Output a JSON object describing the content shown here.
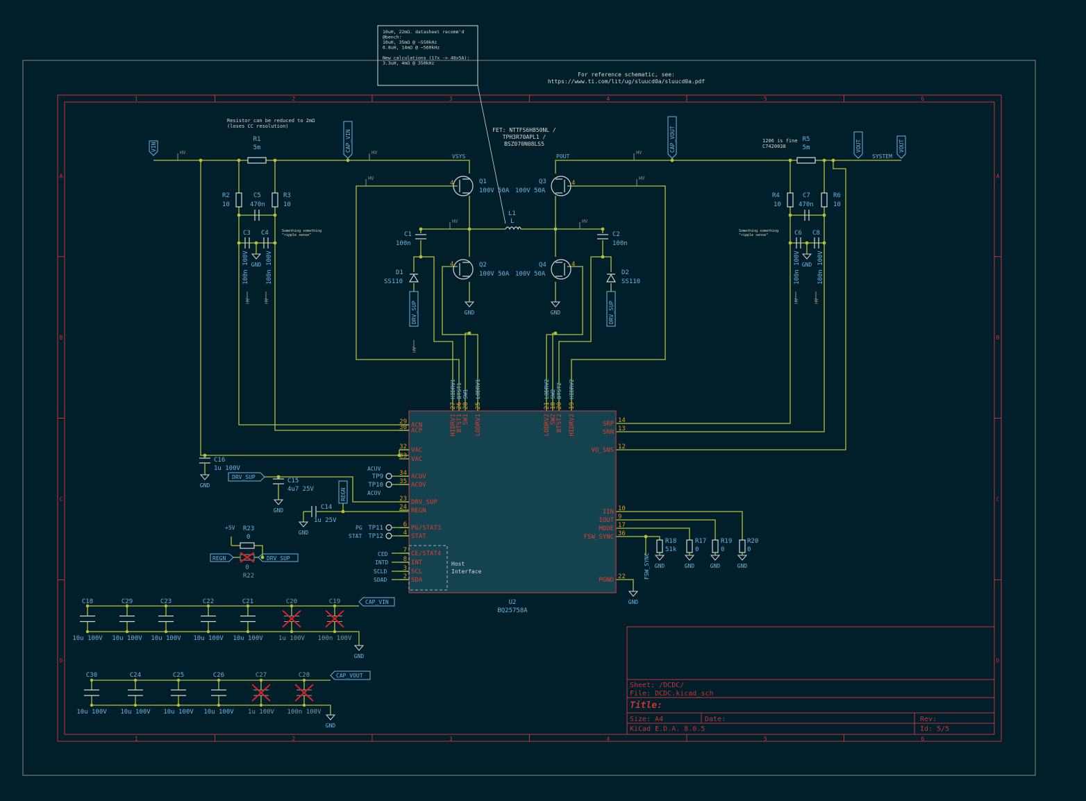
{
  "notes": {
    "inductor_note": [
      "10uH, 22mΩ. datasheet recomm'd",
      "@bench:",
      "10uH, 35mΩ @ ~550kHz",
      "6.8uH, 14mΩ @ ~560kHz",
      "",
      "New calculations (17x -> 48x5A):",
      "3.3uH, 4mΩ @ 350kHz"
    ],
    "reference": [
      "For reference schematic, see:",
      "https://www.ti.com/lit/ug/sluucd0a/sluucd0a.pdf"
    ],
    "sense_resistor": [
      "Resistor can be reduced to 2mΩ",
      "(loses CC resolution)"
    ],
    "fet_options": [
      "FET: NTTFS6H850NL /",
      "TPH3R70APL1 /",
      "BSZ070N08LS5"
    ],
    "r5_note": [
      "1206 is fine",
      "C7420038"
    ],
    "tiny_left": [
      "Something something",
      "\"ripple sense\""
    ],
    "tiny_right": [
      "Something something",
      "\"ripple sense\""
    ],
    "host_interface": [
      "Host",
      "Interface"
    ]
  },
  "grid_cols": [
    "1",
    "2",
    "3",
    "4",
    "5",
    "6"
  ],
  "grid_rows": [
    "A",
    "B",
    "C",
    "D"
  ],
  "title_block": {
    "sheet": "Sheet: /DCDC/",
    "file": "File: DCDC.kicad_sch",
    "title": "Title:",
    "size": "Size: A4",
    "date": "Date:",
    "rev": "Rev:",
    "kicad": "KiCad E.D.A. 8.0.5",
    "id": "Id: 5/5"
  },
  "labels": {
    "vin": "VIN",
    "hv": "HV",
    "cap_vin": "CAP_VIN",
    "cap_vout": "CAP_VOUT",
    "vout": "VOUT",
    "vsys": "VSYS",
    "pout": "POUT",
    "system": "SYSTEM",
    "gnd": "GND",
    "drv_sup": "DRV_SUP",
    "regn": "REGN",
    "cap_vout1": "CAP_VOUT",
    "p5v": "+5V",
    "fsw_sync": "FSW_SYNC",
    "acuv": "ACUV",
    "acov": "ACOV",
    "pg": "PG",
    "stat": "STAT",
    "ced": "CED",
    "intd": "INTD",
    "scld": "SCLD",
    "sdad": "SDAD"
  },
  "components": {
    "R1": [
      "R1",
      "5m"
    ],
    "R2": [
      "R2",
      "10"
    ],
    "R3": [
      "R3",
      "10"
    ],
    "C5": [
      "C5",
      "470n"
    ],
    "C3": [
      "C3",
      "100n 100V"
    ],
    "C4": [
      "C4",
      "100n 100V"
    ],
    "Q1": [
      "Q1",
      "100V 50A"
    ],
    "Q2": [
      "Q2",
      "100V 50A"
    ],
    "Q3": [
      "Q3",
      "100V 50A"
    ],
    "Q4": [
      "Q4",
      "100V 50A"
    ],
    "L1": [
      "L1",
      "L"
    ],
    "C1": [
      "C1",
      "100n"
    ],
    "C2": [
      "C2",
      "100n"
    ],
    "D1": [
      "D1",
      "SS110"
    ],
    "D2": [
      "D2",
      "SS110"
    ],
    "R4": [
      "R4",
      "10"
    ],
    "C7": [
      "C7",
      "470n"
    ],
    "R6": [
      "R6",
      "10"
    ],
    "R5": [
      "R5",
      "5m"
    ],
    "C6": [
      "C6",
      "100n 100V"
    ],
    "C8": [
      "C8",
      "100n 100V"
    ],
    "C16": [
      "C16",
      "1u 100V"
    ],
    "C15": [
      "C15",
      "4u7 25V"
    ],
    "C14": [
      "C14",
      "1u 25V"
    ],
    "R23": [
      "R23",
      "0"
    ],
    "R22": [
      "R22",
      "0"
    ],
    "R18": [
      "R18",
      "51k"
    ],
    "R17": [
      "R17",
      "0"
    ],
    "R19": [
      "R19",
      "0"
    ],
    "R20": [
      "R20",
      "0"
    ],
    "U2": [
      "U2",
      "BQ25758A"
    ],
    "TP9": "TP9",
    "TP10": "TP10",
    "TP11": "TP11",
    "TP12": "TP12"
  },
  "u2_pins_left": [
    [
      "29",
      "ACN"
    ],
    [
      "30",
      "ACP"
    ],
    [
      "32",
      "VAC"
    ],
    [
      "33",
      "VAC"
    ],
    [
      "34",
      "ACUV"
    ],
    [
      "35",
      "ACOV"
    ],
    [
      "23",
      "DRV_SUP"
    ],
    [
      "24",
      "REGN"
    ],
    [
      "6",
      "PG/STAT3"
    ],
    [
      "4",
      "STAT"
    ],
    [
      "7",
      "CE/STAT4"
    ],
    [
      "8",
      "INT"
    ],
    [
      "3",
      "SCL"
    ],
    [
      "2",
      "SDA"
    ]
  ],
  "u2_pins_right": [
    [
      "14",
      "SRP"
    ],
    [
      "13",
      "SRN"
    ],
    [
      "12",
      "VO_SNS"
    ],
    [
      "10",
      "IIN"
    ],
    [
      "9",
      "IOUT"
    ],
    [
      "17",
      "MODE"
    ],
    [
      "36",
      "FSW_SYNC"
    ],
    [
      "22",
      "PGND"
    ]
  ],
  "u2_pins_top": [
    [
      "27",
      "HIDRV1"
    ],
    [
      "26",
      "BTST1"
    ],
    [
      "28",
      "SW1"
    ],
    [
      "25",
      "LODRV1"
    ],
    [
      "21",
      "LODRV2"
    ],
    [
      "18",
      "SW2"
    ],
    [
      "20",
      "BTST2"
    ],
    [
      "19",
      "HIDRV2"
    ]
  ],
  "vin_bank": [
    [
      "C18",
      "10u 100V",
      false
    ],
    [
      "C29",
      "10u 100V",
      false
    ],
    [
      "C23",
      "10u 100V",
      false
    ],
    [
      "C22",
      "10u 100V",
      false
    ],
    [
      "C21",
      "10u 100V",
      false
    ],
    [
      "C20",
      "1u 100V",
      true
    ],
    [
      "C19",
      "100n 100V",
      true
    ]
  ],
  "vout_bank": [
    [
      "C30",
      "10u 100V",
      false
    ],
    [
      "C24",
      "10u 100V",
      false
    ],
    [
      "C25",
      "10u 100V",
      false
    ],
    [
      "C26",
      "10u 100V",
      false
    ],
    [
      "C27",
      "1u 100V",
      true
    ],
    [
      "C28",
      "100n 100V",
      true
    ]
  ]
}
